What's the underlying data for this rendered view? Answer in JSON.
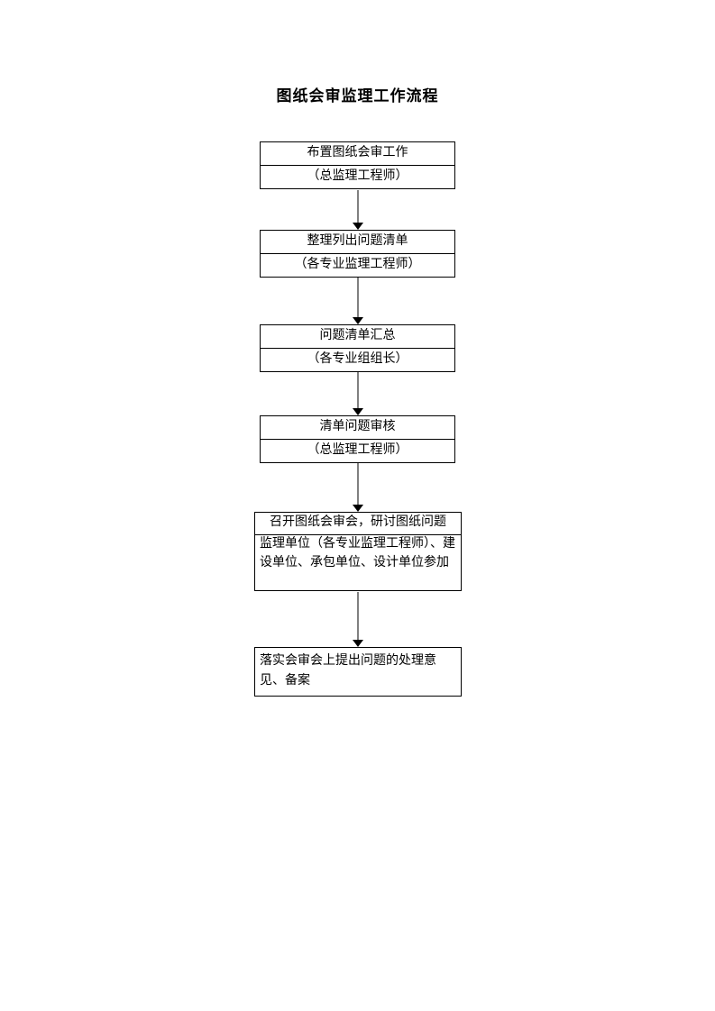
{
  "document": {
    "title": "图纸会审监理工作流程"
  },
  "flowchart": {
    "nodes": [
      {
        "label": "布置图纸会审工作",
        "actor": "（总监理工程师）"
      },
      {
        "label": "整理列出问题清单",
        "actor": "（各专业监理工程师）"
      },
      {
        "label": "问题清单汇总",
        "actor": "（各专业组组长）"
      },
      {
        "label": "清单问题审核",
        "actor": "（总监理工程师）"
      },
      {
        "label": "召开图纸会审会，研讨图纸问题",
        "actor": "监理单位（各专业监理工程师）、建设单位、承包单位、设计单位参加"
      },
      {
        "label": "落实会审会上提出问题的处理意见、备案"
      }
    ],
    "colors": {
      "box_border": "#000000",
      "arrow_line": "#808080",
      "arrow_head": "#000000",
      "page_background": "#ffffff"
    }
  }
}
